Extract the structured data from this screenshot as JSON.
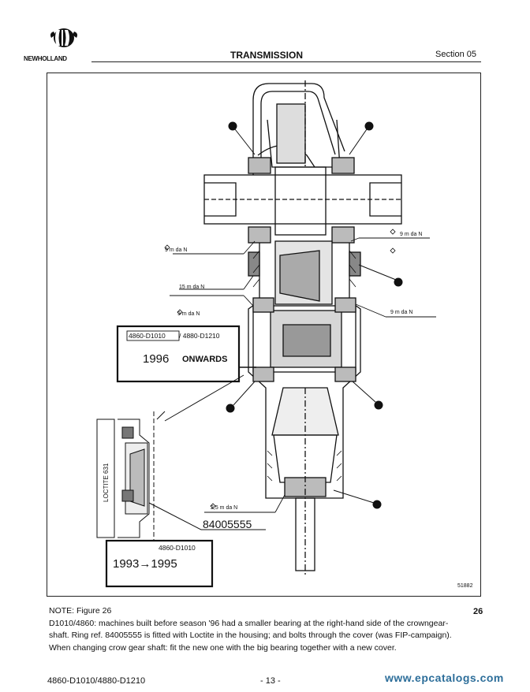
{
  "header": {
    "brand": "NEWHOLLAND",
    "title": "TRANSMISSION",
    "section": "Section 05"
  },
  "figure": {
    "number_label": "51882",
    "torque_9": "9 m da N",
    "torque_15": "15 m da N",
    "torque_2_5": "2,5 m da N",
    "box1_models_a": "4860-D1010",
    "box1_models_b": "/ 4880-D1210",
    "box1_year": "1996",
    "box1_onwards": "ONWARDS",
    "box2_models": "4860-D1010",
    "box2_years": "1993→1995",
    "ring_ref": "84005555",
    "loctite": "LOCTITE 631"
  },
  "note": {
    "lines": [
      "NOTE: Figure 26",
      "D1010/4860: machines built before season '96 had a smaller bearing at the right-hand side of the crowngear-",
      "shaft. Ring ref. 84005555 is fitted with Loctite in the housing; and bolts through the cover (was FIP-campaign).",
      "When changing crow gear shaft: fit the new one with the big bearing together with a new cover."
    ],
    "fig_ref": "26"
  },
  "footer": {
    "models": "4860-D1010/4880-D1210",
    "page": "- 13 -",
    "site": "www.epcatalogs.com"
  }
}
